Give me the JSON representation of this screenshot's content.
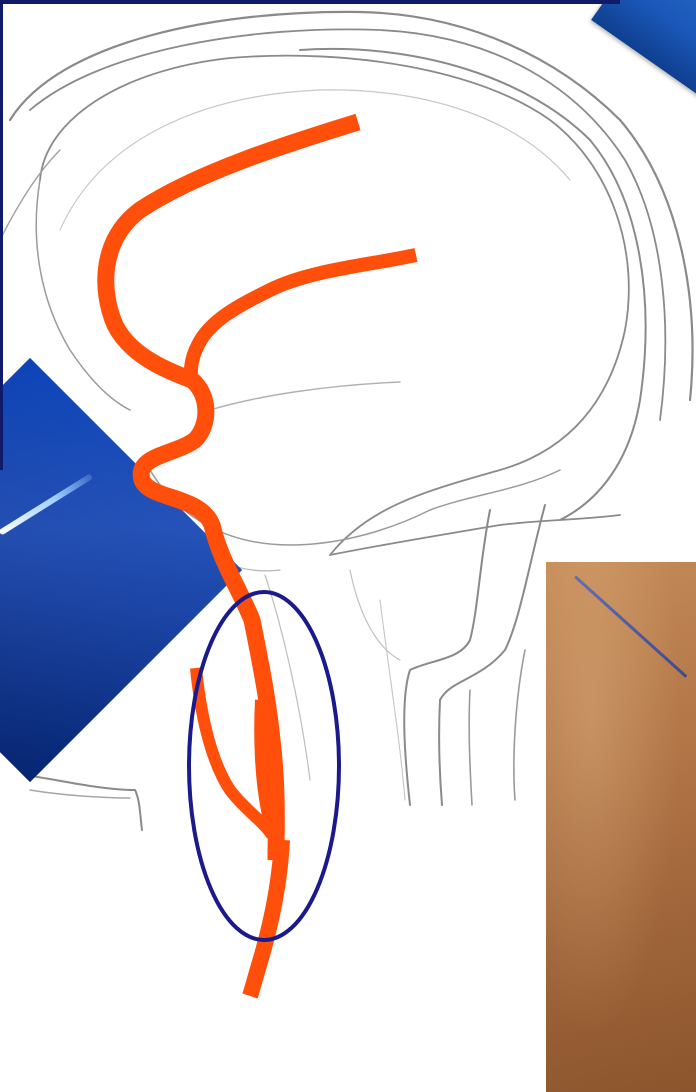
{
  "colors": {
    "background": "#ffffff",
    "pencil": "#8a8a8a",
    "pencil_light": "#b9b9b9",
    "artery": "#ff4f0a",
    "circle": "#1a1a8c",
    "blue_photo": "#0b3aa8",
    "blue_photo_dark": "#072b84",
    "corner_photo": "#1a57b8",
    "skin": "#b87a4a",
    "skin_dark": "#9a5f33",
    "wire": "#9fd0ff",
    "needle": "#3c4a8f",
    "frame": "#101a6b"
  },
  "figure": {
    "sketch": "head-sketch",
    "highlight": "carotid-bifurcation-highlight",
    "inset_left": "angiography-catheter-photo",
    "inset_top_right": "device-photo-fragment",
    "inset_bottom_right": "neck-skin-photo"
  }
}
